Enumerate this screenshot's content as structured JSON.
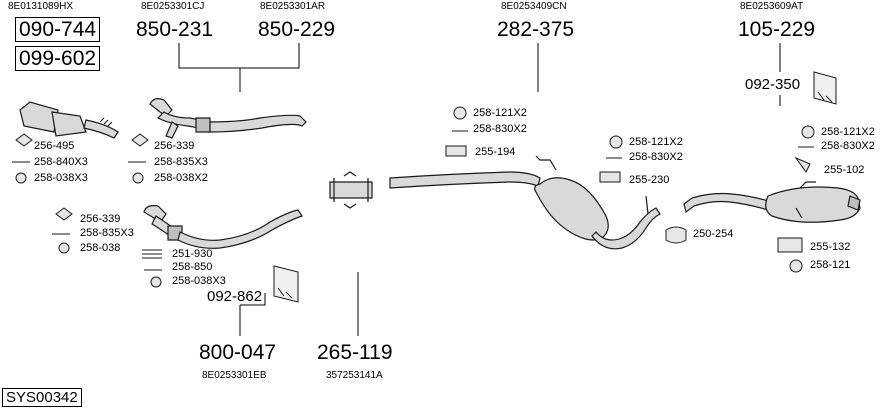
{
  "oem_numbers": {
    "top_left": "8E0131089HX",
    "top_cj": "8E0253301CJ",
    "top_ar": "8E0253301AR",
    "top_cn": "8E0253409CN",
    "top_at": "8E0253609AT",
    "bottom_eb": "8E0253301EB",
    "bottom_a": "357253141A"
  },
  "part_numbers": {
    "p090744": "090-744",
    "p099602": "099-602",
    "p850231": "850-231",
    "p850229": "850-229",
    "p282375": "282-375",
    "p105229": "105-229",
    "p092350": "092-350",
    "p092862": "092-862",
    "p800047": "800-047",
    "p265119": "265-119"
  },
  "accessories": {
    "a1": "256-495",
    "a2": "258-840X3",
    "a3": "258-038X3",
    "b1": "256-339",
    "b2": "258-835X3",
    "b3": "258-038X2",
    "c1": "256-339",
    "c2": "258-835X3",
    "c3": "258-038",
    "d1": "251-930",
    "d2": "258-850",
    "d3": "258-038X3",
    "e1": "258-121X2",
    "e2": "258-830X2",
    "e3": "255-194",
    "f1": "258-121X2",
    "f2": "258-830X2",
    "f3": "255-230",
    "g1": "258-121X2",
    "g2": "258-830X2",
    "g3": "255-102",
    "h1": "250-254",
    "h2": "255-132",
    "h3": "258-121"
  },
  "system_code": "SYS00342",
  "colors": {
    "line": "#000000",
    "part_fill": "#d9d9d9",
    "part_stroke": "#1a1a1a"
  }
}
